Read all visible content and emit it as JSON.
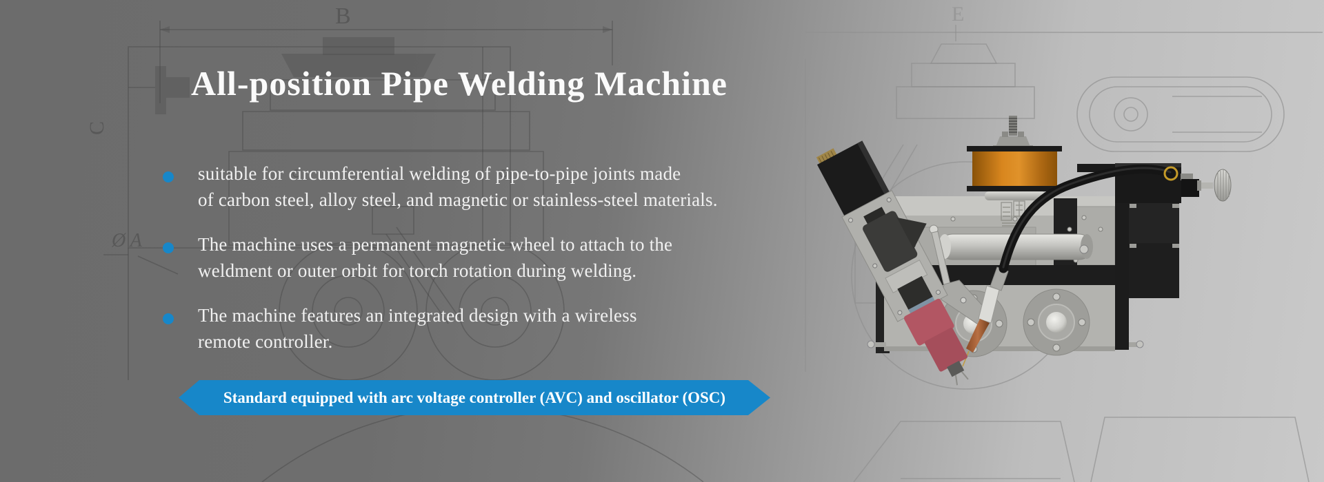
{
  "title": "All-position Pipe Welding Machine",
  "features": [
    {
      "lines": [
        "suitable for circumferential welding of pipe-to-pipe joints made",
        "of carbon steel, alloy steel, and magnetic or stainless-steel materials."
      ]
    },
    {
      "lines": [
        "The machine uses a permanent magnetic wheel to attach to the",
        "weldment or outer orbit for torch rotation during welding."
      ]
    },
    {
      "lines": [
        "The machine features an integrated design with a wireless",
        "remote controller."
      ]
    }
  ],
  "ribbon": {
    "label": "Standard equipped with arc voltage controller (AVC) and oscillator (OSC)"
  },
  "blueprint": {
    "left_width_label": "B",
    "left_height_label": "C",
    "left_diameter_label": "Ø A",
    "right_width_label": "E"
  },
  "colors": {
    "accent-blue": "#1787c9",
    "spool-orange": "#d8861e",
    "torch-pink": "#b25663",
    "background-left": "#6c6c6c",
    "background-right": "#c9c9c9"
  }
}
